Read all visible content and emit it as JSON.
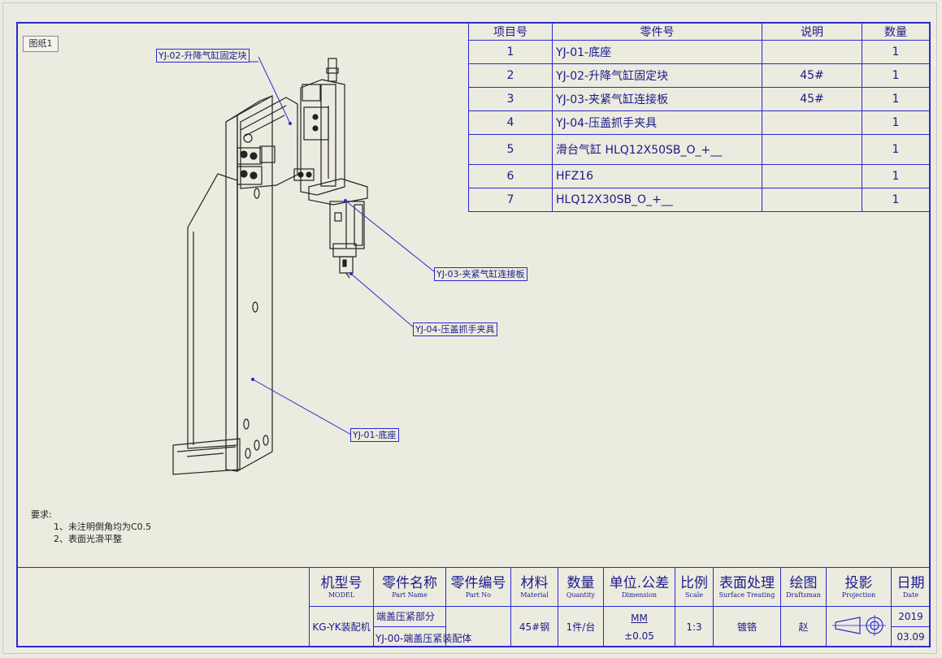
{
  "sheet_tab": "图纸1",
  "bom": {
    "headers": {
      "item": "项目号",
      "part": "零件号",
      "desc": "说明",
      "qty": "数量"
    },
    "rows": [
      {
        "item": "1",
        "part": "YJ-01-底座",
        "desc": "",
        "qty": "1"
      },
      {
        "item": "2",
        "part": "YJ-02-升降气缸固定块",
        "desc": "45#",
        "qty": "1"
      },
      {
        "item": "3",
        "part": "YJ-03-夹紧气缸连接板",
        "desc": "45#",
        "qty": "1"
      },
      {
        "item": "4",
        "part": "YJ-04-压盖抓手夹具",
        "desc": "",
        "qty": "1"
      },
      {
        "item": "5",
        "part": "滑台气缸 HLQ12X50SB_O_+__",
        "desc": "",
        "qty": "1"
      },
      {
        "item": "6",
        "part": "HFZ16",
        "desc": "",
        "qty": "1"
      },
      {
        "item": "7",
        "part": "HLQ12X30SB_O_+__",
        "desc": "",
        "qty": "1"
      }
    ]
  },
  "callouts": {
    "c1": "YJ-02-升降气缸固定块",
    "c2": "YJ-03-夹紧气缸连接板",
    "c3": "YJ-04-压盖抓手夹具",
    "c4": "YJ-01-底座"
  },
  "notes": {
    "title": "要求:",
    "line1": "1、未注明倒角均为C0.5",
    "line2": "2、表面光滑平整"
  },
  "title_block": {
    "model_cn": "机型号",
    "model_en": "MODEL",
    "partname_cn": "零件名称",
    "partname_en": "Part Name",
    "partno_cn": "零件编号",
    "partno_en": "Part No",
    "material_cn": "材料",
    "material_en": "Material",
    "qty_cn": "数量",
    "qty_en": "Quantity",
    "unit_cn": "单位.公差",
    "unit_en": "Dimension",
    "scale_cn": "比例",
    "scale_en": "Scale",
    "surface_cn": "表面处理",
    "surface_en": "Surface Treating",
    "drafts_cn": "绘图",
    "drafts_en": "Draftsman",
    "proj_cn": "投影",
    "proj_en": "Projection",
    "date_cn": "日期",
    "date_en": "Date",
    "model_val": "KG-YK装配机",
    "partname_val": "端盖压紧部分",
    "partno_val": "YJ-00-端盖压紧装配体",
    "material_val": "45#钢",
    "qty_val": "1件/台",
    "unit_val": "MM",
    "tol_val": "±0.05",
    "scale_val": "1:3",
    "surface_val": "镀铬",
    "drafts_val": "赵",
    "date_year": "2019",
    "date_md": "03.09"
  }
}
